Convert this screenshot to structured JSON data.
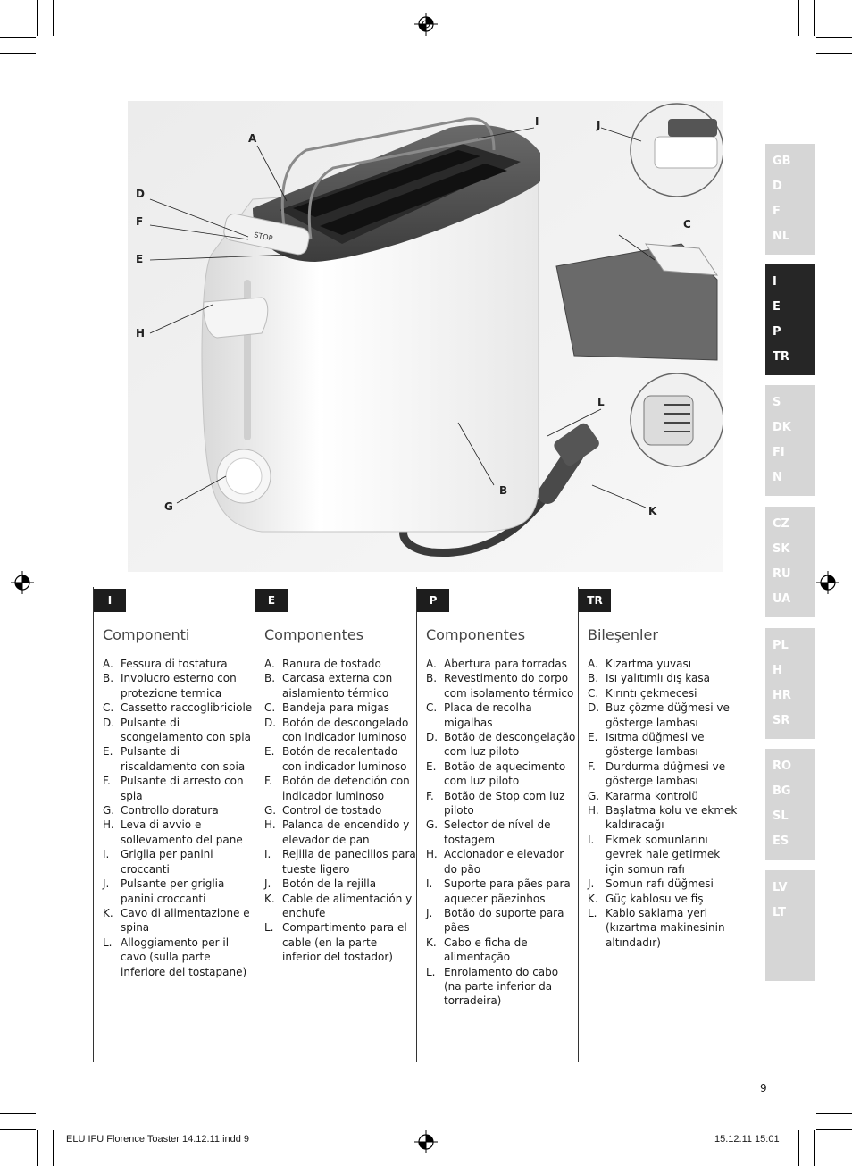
{
  "figure": {
    "callouts": {
      "A": "A",
      "B": "B",
      "C": "C",
      "D": "D",
      "E": "E",
      "F": "F",
      "G": "G",
      "H": "H",
      "I": "I",
      "J": "J",
      "K": "K",
      "L": "L"
    },
    "stop_label": "STOP"
  },
  "language_tabs": [
    [
      "GB",
      "D",
      "F",
      "NL"
    ],
    [
      "I",
      "E",
      "P",
      "TR"
    ],
    [
      "S",
      "DK",
      "FI",
      "N"
    ],
    [
      "CZ",
      "SK",
      "RU",
      "UA"
    ],
    [
      "PL",
      "H",
      "HR",
      "SR"
    ],
    [
      "RO",
      "BG",
      "SL",
      "ES"
    ],
    [
      "LV",
      "LT"
    ]
  ],
  "columns": [
    {
      "badge": "I",
      "heading": "Componenti",
      "items": [
        {
          "letter": "A.",
          "text": "Fessura di tostatura"
        },
        {
          "letter": "B.",
          "text": "Involucro esterno con protezione termica"
        },
        {
          "letter": "C.",
          "text": "Cassetto raccoglibriciole"
        },
        {
          "letter": "D.",
          "text": "Pulsante di scongelamento con spia"
        },
        {
          "letter": "E.",
          "text": "Pulsante di riscaldamento con spia"
        },
        {
          "letter": "F.",
          "text": "Pulsante di arresto con spia"
        },
        {
          "letter": "G.",
          "text": "Controllo doratura"
        },
        {
          "letter": "H.",
          "text": "Leva di avvio e sollevamento del pane"
        },
        {
          "letter": "I.",
          "text": "Griglia per panini croccanti"
        },
        {
          "letter": "J.",
          "text": "Pulsante per griglia panini croccanti"
        },
        {
          "letter": "K.",
          "text": "Cavo di alimentazione e spina"
        },
        {
          "letter": "L.",
          "text": "Alloggiamento per il cavo (sulla parte inferiore del tostapane)"
        }
      ]
    },
    {
      "badge": "E",
      "heading": "Componentes",
      "items": [
        {
          "letter": "A.",
          "text": "Ranura de tostado"
        },
        {
          "letter": "B.",
          "text": "Carcasa externa con aislamiento térmico"
        },
        {
          "letter": "C.",
          "text": "Bandeja para migas"
        },
        {
          "letter": "D.",
          "text": "Botón de descongelado con indicador luminoso"
        },
        {
          "letter": "E.",
          "text": "Botón de recalentado con indicador luminoso"
        },
        {
          "letter": "F.",
          "text": "Botón de detención con indicador luminoso"
        },
        {
          "letter": "G.",
          "text": "Control de tostado"
        },
        {
          "letter": "H.",
          "text": "Palanca de encendido y elevador de pan"
        },
        {
          "letter": "I.",
          "text": "Rejilla de panecillos para tueste ligero"
        },
        {
          "letter": "J.",
          "text": "Botón de la rejilla"
        },
        {
          "letter": "K.",
          "text": "Cable de alimentación y enchufe"
        },
        {
          "letter": "L.",
          "text": "Compartimento para el cable (en la parte inferior del tostador)"
        }
      ]
    },
    {
      "badge": "P",
      "heading": "Componentes",
      "items": [
        {
          "letter": "A.",
          "text": "Abertura para torradas"
        },
        {
          "letter": "B.",
          "text": "Revestimento do corpo com isolamento térmico"
        },
        {
          "letter": "C.",
          "text": "Placa de recolha migalhas"
        },
        {
          "letter": "D.",
          "text": "Botão de descongelação com luz piloto"
        },
        {
          "letter": "E.",
          "text": "Botão de aquecimento com luz piloto"
        },
        {
          "letter": "F.",
          "text": "Botão de Stop com luz piloto"
        },
        {
          "letter": "G.",
          "text": "Selector de nível de tostagem"
        },
        {
          "letter": "H.",
          "text": "Accionador e elevador do pão"
        },
        {
          "letter": "I.",
          "text": "Suporte para pães para aquecer pãezinhos"
        },
        {
          "letter": "J.",
          "text": "Botão do suporte para pães"
        },
        {
          "letter": "K.",
          "text": "Cabo e ficha de alimentação"
        },
        {
          "letter": "L.",
          "text": "Enrolamento do cabo (na parte inferior da torradeira)"
        }
      ]
    },
    {
      "badge": "TR",
      "heading": "Bileşenler",
      "items": [
        {
          "letter": "A.",
          "text": "Kızartma yuvası"
        },
        {
          "letter": "B.",
          "text": "Isı yalıtımlı dış kasa"
        },
        {
          "letter": "C.",
          "text": "Kırıntı çekmecesi"
        },
        {
          "letter": "D.",
          "text": "Buz çözme düğmesi ve gösterge lambası"
        },
        {
          "letter": "E.",
          "text": "Isıtma düğmesi ve gösterge lambası"
        },
        {
          "letter": "F.",
          "text": "Durdurma düğmesi ve gösterge lambası"
        },
        {
          "letter": "G.",
          "text": "Kararma kontrolü"
        },
        {
          "letter": "H.",
          "text": "Başlatma kolu ve ekmek kaldıracağı"
        },
        {
          "letter": "I.",
          "text": "Ekmek somunlarını gevrek hale getirmek için somun rafı"
        },
        {
          "letter": "J.",
          "text": "Somun rafı düğmesi"
        },
        {
          "letter": "K.",
          "text": "Güç kablosu ve fiş"
        },
        {
          "letter": "L.",
          "text": "Kablo saklama yeri (kızartma makinesinin altındadır)"
        }
      ]
    }
  ],
  "page_number": "9",
  "footer": {
    "file": "ELU IFU Florence Toaster 14.12.11.indd   9",
    "date": "15.12.11   15:01"
  }
}
